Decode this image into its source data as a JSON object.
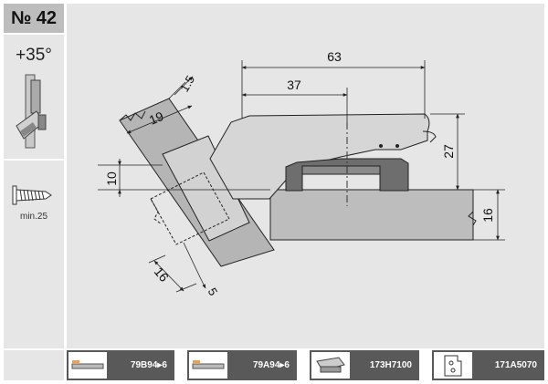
{
  "product": {
    "number": "№ 42",
    "angle": "+35°",
    "screw_note": "min.25"
  },
  "drawing": {
    "dim_63": "63",
    "dim_37": "37",
    "dim_27": "27",
    "dim_16_right": "16",
    "dim_1_5": "1.5",
    "dim_19": "19",
    "dim_10": "10",
    "dim_16_bottom": "16",
    "dim_5": "5"
  },
  "parts": [
    {
      "code": "79B94▸6",
      "icon": "mounting-plate-icon",
      "accent": "#e8a060"
    },
    {
      "code": "79A94▸6",
      "icon": "mounting-plate-icon",
      "accent": "#e8a060"
    },
    {
      "code": "173H7100",
      "icon": "hinge-plate-icon"
    },
    {
      "code": "171A5070",
      "icon": "cover-cap-icon"
    }
  ]
}
